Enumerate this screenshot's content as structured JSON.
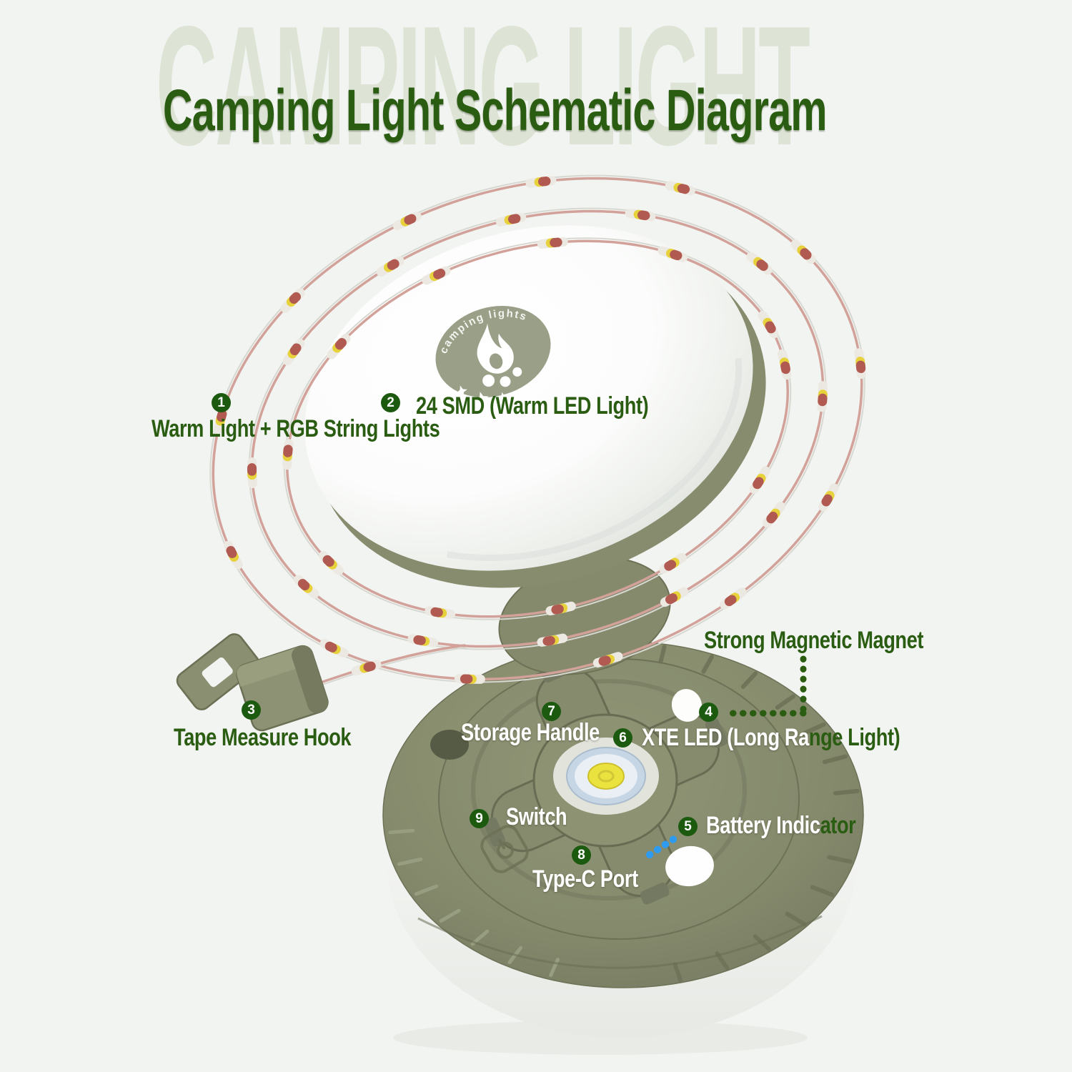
{
  "header": {
    "watermark": "CAMPING LIGHT",
    "title": "Camping Light Schematic Diagram"
  },
  "badge": {
    "brand": "camping lights"
  },
  "callouts": [
    {
      "num": "1",
      "label": "Warm Light + RGB String Lights"
    },
    {
      "num": "2",
      "label": "24 SMD (Warm LED Light)"
    },
    {
      "num": "3",
      "label": "Tape Measure Hook"
    },
    {
      "num": "4",
      "label": "Strong Magnetic Magnet"
    },
    {
      "num": "5",
      "label": "Battery Indicator",
      "label_white": "Battery Indic",
      "label_green": "ator"
    },
    {
      "num": "6",
      "label": "XTE LED (Long Range Light)",
      "label_white": "XTE LED (Long Ra",
      "label_green": "nge Light)"
    },
    {
      "num": "7",
      "label": "Storage Handle"
    },
    {
      "num": "8",
      "label": "Type-C Port"
    },
    {
      "num": "9",
      "label": "Switch"
    }
  ],
  "icons": {
    "campfire_icon": "flame-with-logs-and-stars",
    "star_icon": "✦",
    "power_icon": "⏻",
    "chevron_up_icon": "^"
  },
  "colors": {
    "background": "#f2f4f1",
    "accent_green": "#2a5c12",
    "callout_circle_green": "#1c5a0f",
    "watermark_green": "#dde4d6",
    "label_white": "#ffffff",
    "device_olive": "#878c6f",
    "badge_sage": "#99a087",
    "string_wire_pink": "#d2a29a",
    "bead_white": "#ece9e2",
    "bead_yellow": "#e7d23c",
    "bead_red": "#b05a52",
    "led_lens_blue": "#c6d6e4",
    "led_chip_yellow": "#eae23e",
    "battery_dots_blue": "#2f9bf0"
  }
}
